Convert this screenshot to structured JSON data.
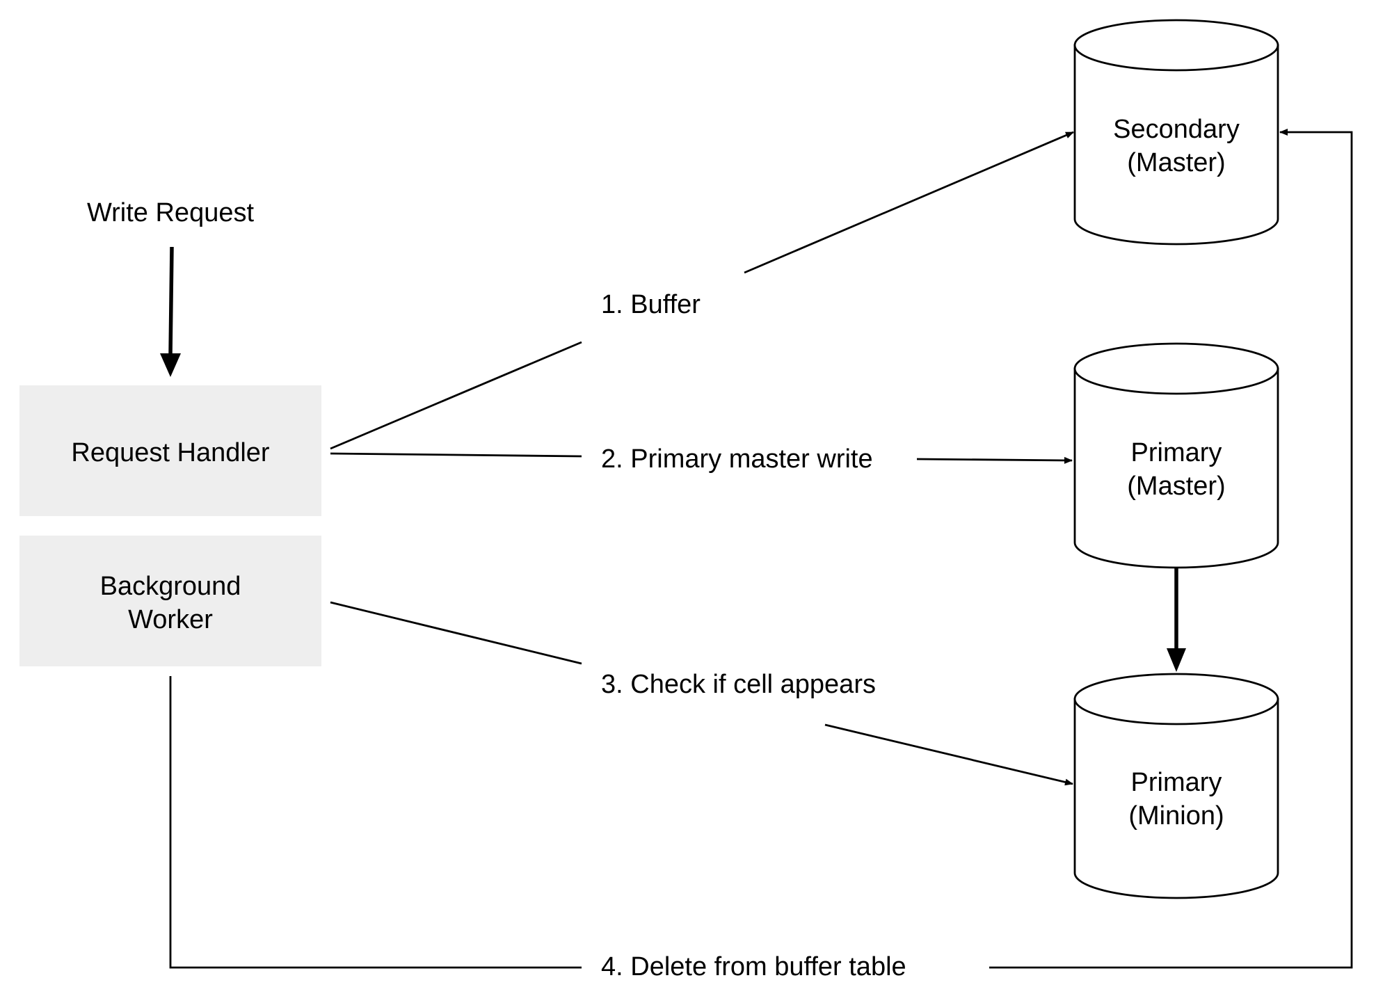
{
  "diagram": {
    "input_label": "Write Request",
    "components": {
      "request_handler": "Request Handler",
      "background_worker": [
        "Background",
        "Worker"
      ]
    },
    "databases": {
      "secondary_master": [
        "Secondary",
        "(Master)"
      ],
      "primary_master": [
        "Primary",
        "(Master)"
      ],
      "primary_minion": [
        "Primary",
        "(Minion)"
      ]
    },
    "steps": {
      "step1": "1. Buffer",
      "step2": "2. Primary master write",
      "step3": "3. Check if cell appears",
      "step4": "4. Delete from buffer table"
    }
  }
}
